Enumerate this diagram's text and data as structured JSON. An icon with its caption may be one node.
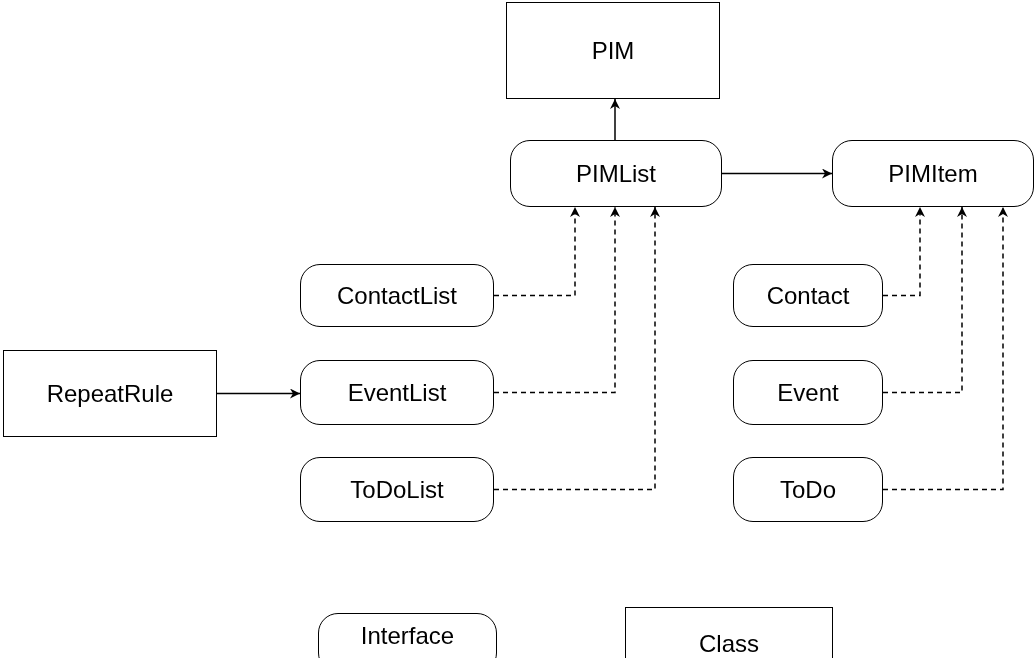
{
  "diagram": {
    "nodes": [
      {
        "text": [
          "PIM"
        ]
      },
      {
        "text": [
          "PIMList"
        ]
      },
      {
        "text": [
          "PIMItem"
        ]
      },
      {
        "text": [
          "ContactList"
        ]
      },
      {
        "text": [
          "Contact"
        ]
      },
      {
        "text": [
          "RepeatRule"
        ]
      },
      {
        "text": [
          "EventList"
        ]
      },
      {
        "text": [
          "Event"
        ]
      },
      {
        "text": [
          "ToDoList"
        ]
      },
      {
        "text": [
          "ToDo"
        ]
      },
      {
        "text": [
          "Interface"
        ]
      },
      {
        "text": [
          "Class"
        ]
      }
    ],
    "edges": [
      {
        "from": 1,
        "to": 0,
        "arrow": "to"
      },
      {
        "from": 1,
        "to": 2,
        "arrow": "to"
      },
      {
        "from": 3,
        "to": 1,
        "arrow": "to",
        "style": "dashed"
      },
      {
        "from": 6,
        "to": 1,
        "arrow": "to",
        "style": "dashed"
      },
      {
        "from": 8,
        "to": 1,
        "arrow": "to",
        "style": "dashed"
      },
      {
        "from": 4,
        "to": 2,
        "arrow": "to",
        "style": "dashed"
      },
      {
        "from": 7,
        "to": 2,
        "arrow": "to",
        "style": "dashed"
      },
      {
        "from": 9,
        "to": 2,
        "arrow": "to",
        "style": "dashed"
      },
      {
        "from": 5,
        "to": 6,
        "arrow": "to"
      }
    ]
  }
}
